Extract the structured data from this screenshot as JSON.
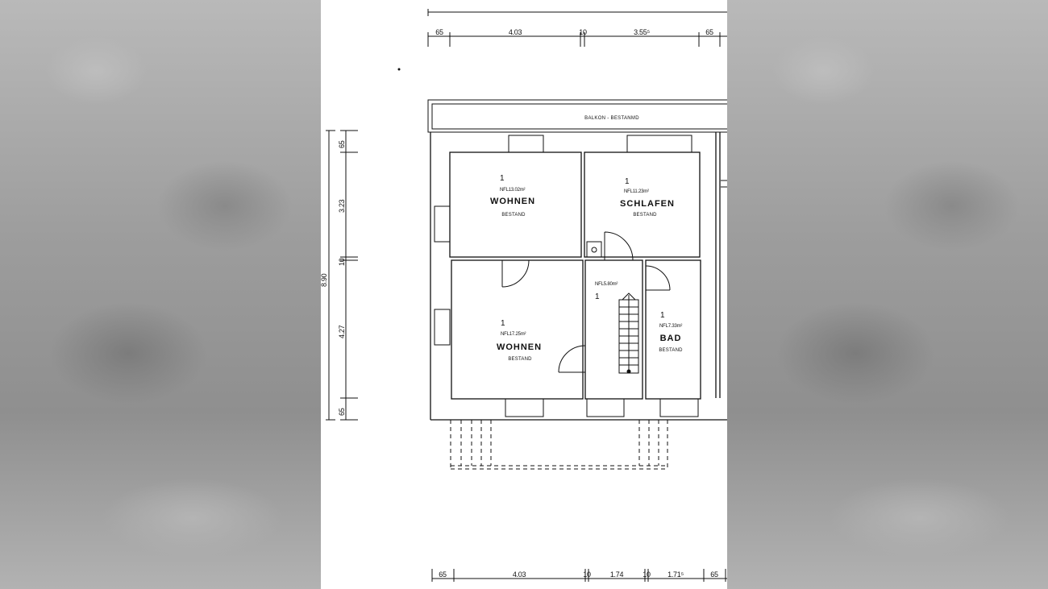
{
  "plan": {
    "top_dimensions": [
      "65",
      "4.03",
      "10",
      "3.55⁵",
      "65"
    ],
    "bottom_dimensions": [
      "65",
      "4.03",
      "10",
      "1.74",
      "10",
      "1.71⁵",
      "65"
    ],
    "left_dimensions": [
      "65",
      "3.23",
      "10",
      "4.27",
      "65"
    ],
    "overall_height": "8.90",
    "balcony_label": "BALKON - BESTANMD",
    "rooms": [
      {
        "number": "1",
        "area": "NFL13.02m²",
        "name": "WOHNEN",
        "status": "BESTAND"
      },
      {
        "number": "1",
        "area": "NFL11.23m²",
        "name": "SCHLAFEN",
        "status": "BESTAND"
      },
      {
        "number": "1",
        "area": "NFL5.80m²"
      },
      {
        "number": "1",
        "area": "NFL17.25m²",
        "name": "WOHNEN",
        "status": "BESTAND"
      },
      {
        "number": "1",
        "area": "NFL7.33m²",
        "name": "BAD",
        "status": "BESTAND"
      }
    ]
  }
}
